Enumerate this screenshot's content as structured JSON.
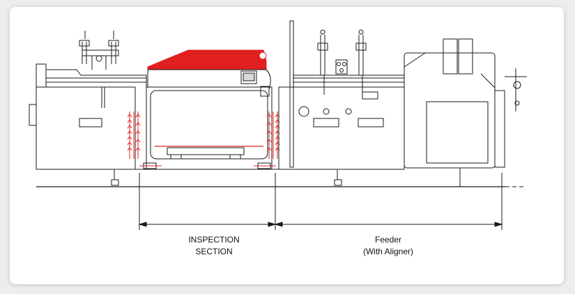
{
  "labels": {
    "inspection_line1": "INSPECTION",
    "inspection_line2": "SECTION",
    "feeder_line1": "Feeder",
    "feeder_line2": "(With Aligner)"
  },
  "colors": {
    "line": "#1a1a1a",
    "accent": "#e02020",
    "background": "#ffffff"
  }
}
